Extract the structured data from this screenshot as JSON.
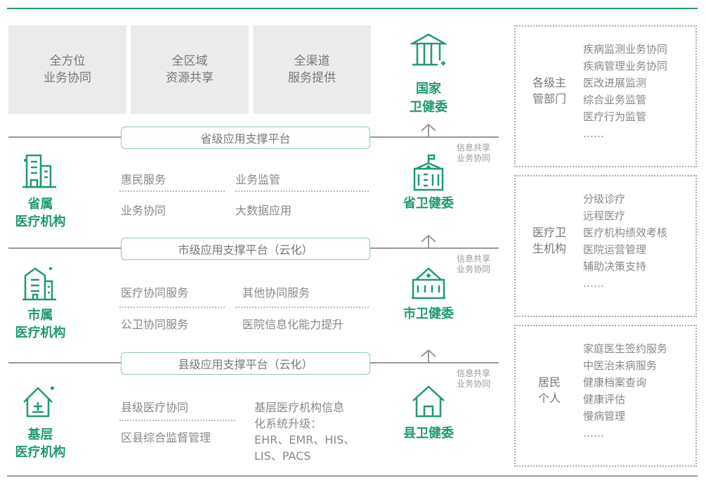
{
  "top_boxes": [
    "全方位\n业务协同",
    "全区域\n资源共享",
    "全渠道\n服务提供"
  ],
  "platforms": [
    "省级应用支撑平台",
    "市级应用支撑平台（云化）",
    "县级应用支撑平台（云化）"
  ],
  "sync_note": "信息共享\n业务协同",
  "left_labels": [
    "省属\n医疗机构",
    "市属\n医疗机构",
    "基层\n医疗机构"
  ],
  "right_labels": [
    "国家\n卫健委",
    "省卫健委",
    "市卫健委",
    "县卫健委"
  ],
  "province_items": [
    "惠民服务",
    "业务监管",
    "业务协同",
    "大数据应用"
  ],
  "city_items": [
    "医疗协同服务",
    "其他协同服务",
    "公卫协同服务",
    "医院信息化能力提升"
  ],
  "county_items": [
    "县级医疗协同",
    "区县综合监督管理"
  ],
  "county_upgrade": [
    "基层医疗机构信息",
    "化系统升级：",
    "EHR、EMR、HIS、",
    "LIS、PACS"
  ],
  "side_boxes": [
    {
      "title": "各级主\n管部门",
      "items": [
        "疾病监测业务协同",
        "疾病管理业务协同",
        "医改进展监测",
        "综合业务监管",
        "医疗行为监管",
        "……"
      ]
    },
    {
      "title": "医疗卫\n生机构",
      "items": [
        "分级诊疗",
        "远程医疗",
        "医疗机构绩效考核",
        "医院运营管理",
        "辅助决策支持",
        "……"
      ]
    },
    {
      "title": "居民\n个人",
      "items": [
        "家庭医生签约服务",
        "中医治未病服务",
        "健康档案查询",
        "健康评估",
        "慢病管理",
        "……"
      ]
    }
  ],
  "colors": {
    "accent": "#1f9a72",
    "line": "#999999"
  }
}
